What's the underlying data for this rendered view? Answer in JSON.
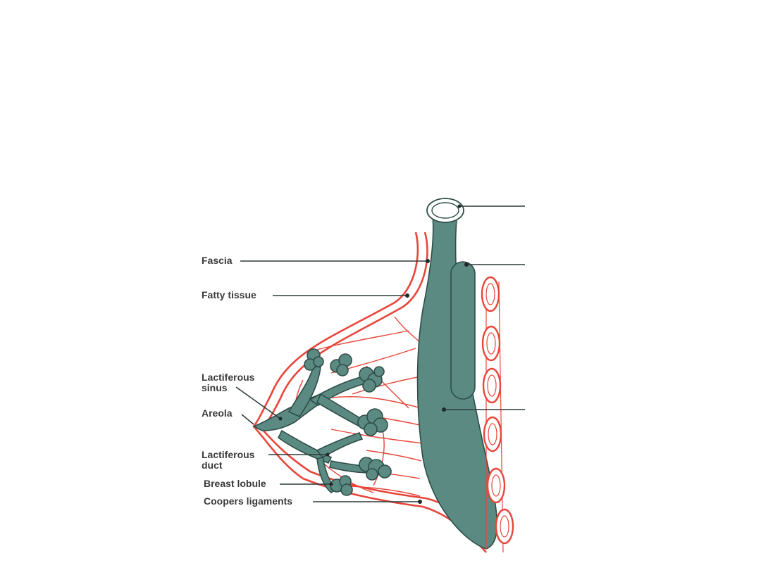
{
  "labels": {
    "fascia": "Fascia",
    "fatty_tissue": "Fatty tissue",
    "lactiferous_sinus_line1": "Lactiferous",
    "lactiferous_sinus_line2": "sinus",
    "areola": "Areola",
    "lactiferous_duct_line1": "Lactiferous",
    "lactiferous_duct_line2": "duct",
    "breast_lobule": "Breast lobule",
    "coopers_ligaments": "Coopers ligaments"
  },
  "colors": {
    "tissue_red": "#e8463a",
    "gland_teal": "#5b8a82",
    "gland_outline": "#2e4d48",
    "label_text": "#3a3a3a",
    "background": "#ffffff"
  }
}
